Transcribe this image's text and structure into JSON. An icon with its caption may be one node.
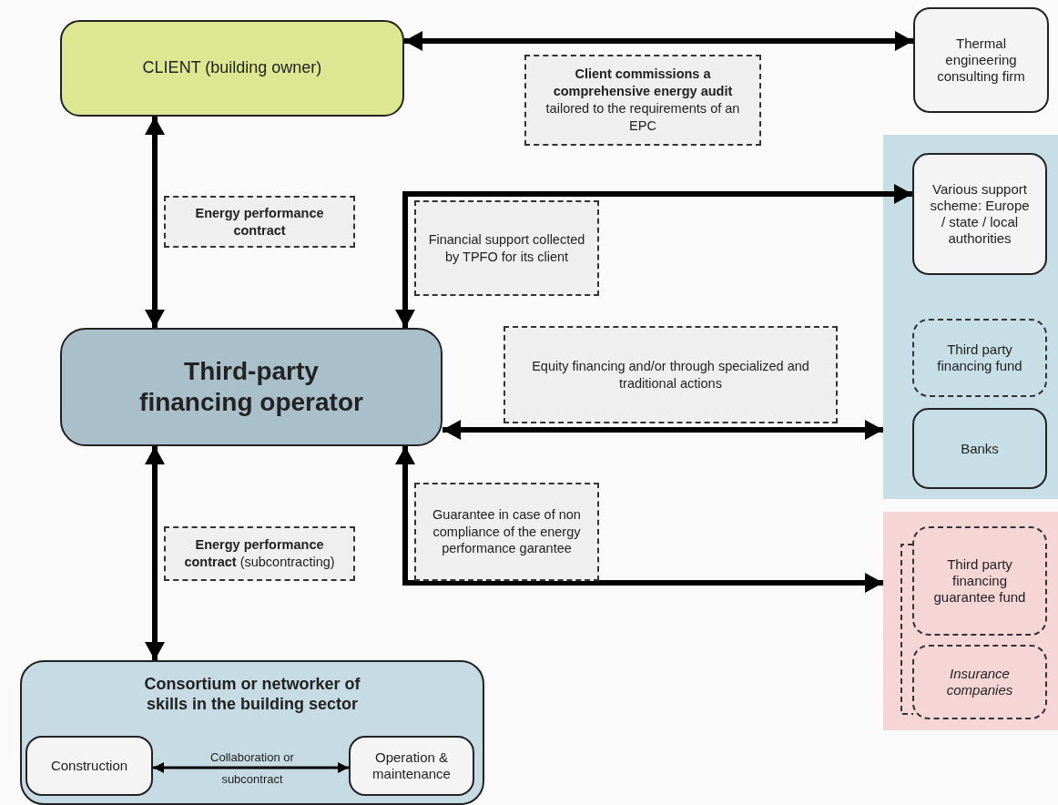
{
  "diagram": {
    "nodes": [
      {
        "text": [
          "CLIENT (building owner)"
        ]
      },
      {
        "text": [
          "Thermal engineering consulting firm"
        ]
      },
      {
        "text": [],
        "shape": "box"
      },
      {
        "text": [
          "Various support scheme: Europe / state / local authorities"
        ],
        "in": 2
      },
      {
        "text": [
          "Third party financing fund"
        ],
        "in": 2
      },
      {
        "text": [
          "Banks"
        ],
        "in": 2
      },
      {
        "text": [],
        "shape": "box"
      },
      {
        "text": [
          "Third party financing guarantee fund"
        ],
        "in": 6
      },
      {
        "text": [
          "Insurance companies"
        ],
        "in": 6
      },
      {
        "text": [
          "Third-party financing operator"
        ]
      },
      {
        "text": [
          "Consortium or networker of skills in the building sector"
        ]
      },
      {
        "text": [
          "Construction"
        ],
        "in": 10
      },
      {
        "text": [
          "Operation & maintenance"
        ],
        "in": 10
      }
    ],
    "edges": [
      {
        "from": 0,
        "to": 1,
        "arrow": "both",
        "label": "**Client commissions a comprehensive energy audit** tailored to the requirements of an EPC"
      },
      {
        "from": 0,
        "to": 9,
        "arrow": "both",
        "label": "Energy performance contract"
      },
      {
        "from": 9,
        "to": 3,
        "arrow": "both",
        "label": "Financial support collected by TPFO for its client"
      },
      {
        "from": 9,
        "to": 2,
        "arrow": "both",
        "label": "Equity financing and/or through specialized and traditional actions"
      },
      {
        "from": 9,
        "to": 6,
        "arrow": "both",
        "label": "Guarantee in case of non compliance of the energy performance garantee"
      },
      {
        "from": 9,
        "to": 10,
        "arrow": "both",
        "label": "**Energy performance contract** (subcontracting)"
      },
      {
        "from": 11,
        "to": 12,
        "arrow": "both",
        "label": "Collaboration or subcontract"
      }
    ]
  }
}
